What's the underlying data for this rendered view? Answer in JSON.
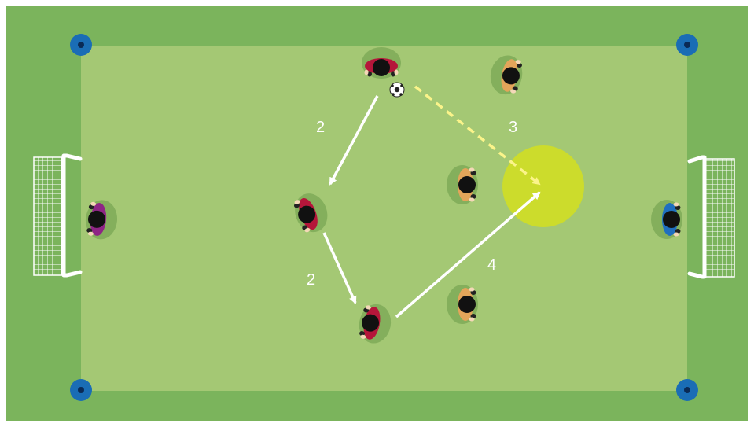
{
  "colors": {
    "outer_field": "#7bb45c",
    "inner_field": "#a4c874",
    "target_zone": "#ccdc2c",
    "cone": "#1a6db5",
    "attacker_shirt": "#b5163a",
    "defender_shirt": "#e3a55a",
    "left_keeper_shirt": "#8e2585",
    "right_keeper_shirt": "#1f6fbf",
    "run_arrow": "#ffffff",
    "pass_arrow": "#fbf48a"
  },
  "diagram": {
    "labels": [
      {
        "id": "run-a",
        "text": "2"
      },
      {
        "id": "pass",
        "text": "3"
      },
      {
        "id": "run-b",
        "text": "2"
      },
      {
        "id": "run-c",
        "text": "4"
      }
    ],
    "players": [
      {
        "id": "attacker-top",
        "team": "attacker"
      },
      {
        "id": "attacker-middle",
        "team": "attacker"
      },
      {
        "id": "attacker-bottom",
        "team": "attacker"
      },
      {
        "id": "defender-top",
        "team": "defender"
      },
      {
        "id": "defender-middle",
        "team": "defender"
      },
      {
        "id": "defender-bottom",
        "team": "defender"
      },
      {
        "id": "goalkeeper-left",
        "team": "left_keeper"
      },
      {
        "id": "goalkeeper-right",
        "team": "right_keeper"
      }
    ],
    "icons": [
      "cone-icon",
      "goal-icon",
      "ball-icon",
      "target-zone"
    ]
  }
}
